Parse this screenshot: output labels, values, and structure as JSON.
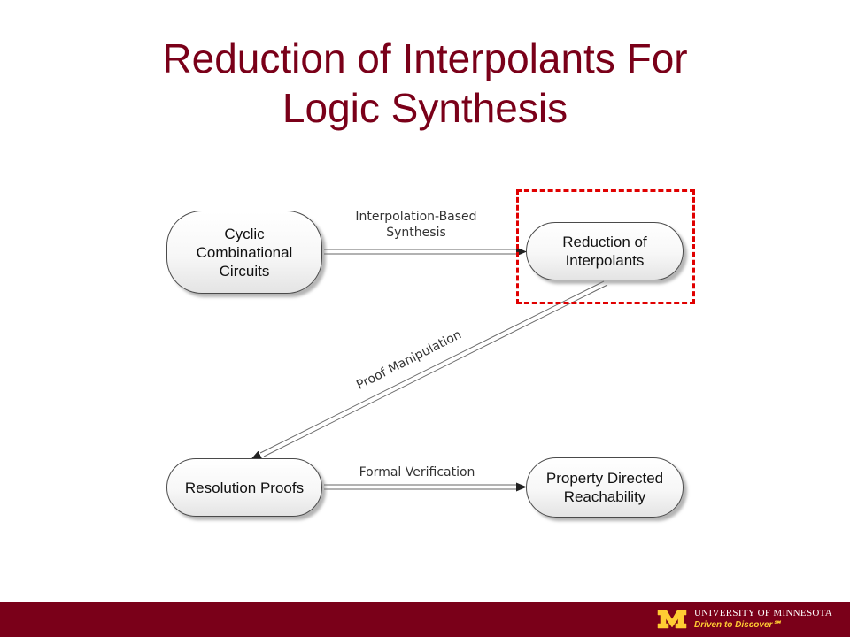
{
  "slide": {
    "title_lines": [
      "Reduction of Interpolants For",
      "Logic Synthesis"
    ]
  },
  "diagram": {
    "nodes": {
      "cyclic": [
        "Cyclic",
        "Combinational",
        "Circuits"
      ],
      "reduction": [
        "Reduction of",
        "Interpolants"
      ],
      "resolution": "Resolution Proofs",
      "pdr": [
        "Property Directed",
        "Reachability"
      ]
    },
    "edges": {
      "interpolation_lines": [
        "Interpolation-Based",
        "Synthesis"
      ],
      "proof": "Proof Manipulation",
      "formal": "Formal Verification"
    },
    "highlighted_node": "reduction"
  },
  "footer": {
    "university": "UNIVERSITY OF MINNESOTA",
    "tagline": "Driven to Discover℠"
  },
  "colors": {
    "title": "#7a0019",
    "footer_bg": "#7a0019",
    "highlight_border": "#e00000",
    "logo_gold": "#ffcc33"
  }
}
